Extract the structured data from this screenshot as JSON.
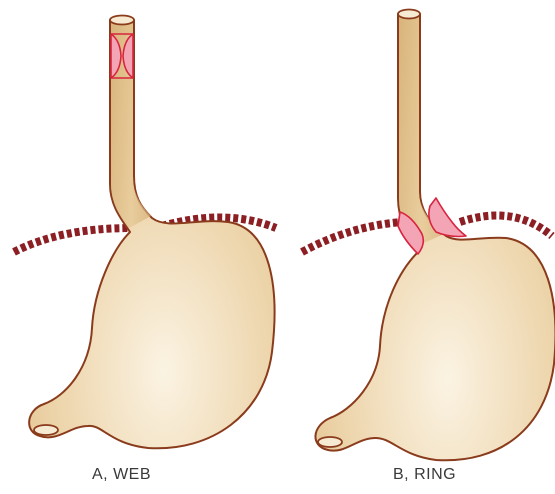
{
  "panels": [
    {
      "label": "A, WEB",
      "variant": "web"
    },
    {
      "label": "B, RING",
      "variant": "ring"
    }
  ],
  "colors": {
    "organ_fill": "#e2c08a",
    "organ_highlight": "#fbf3e3",
    "organ_outline": "#8a3b1c",
    "lesion_fill": "#f3a5b5",
    "lesion_outline": "#d8243f",
    "diaphragm_dark": "#8b1f23",
    "diaphragm_light": "#f1e3d6"
  }
}
